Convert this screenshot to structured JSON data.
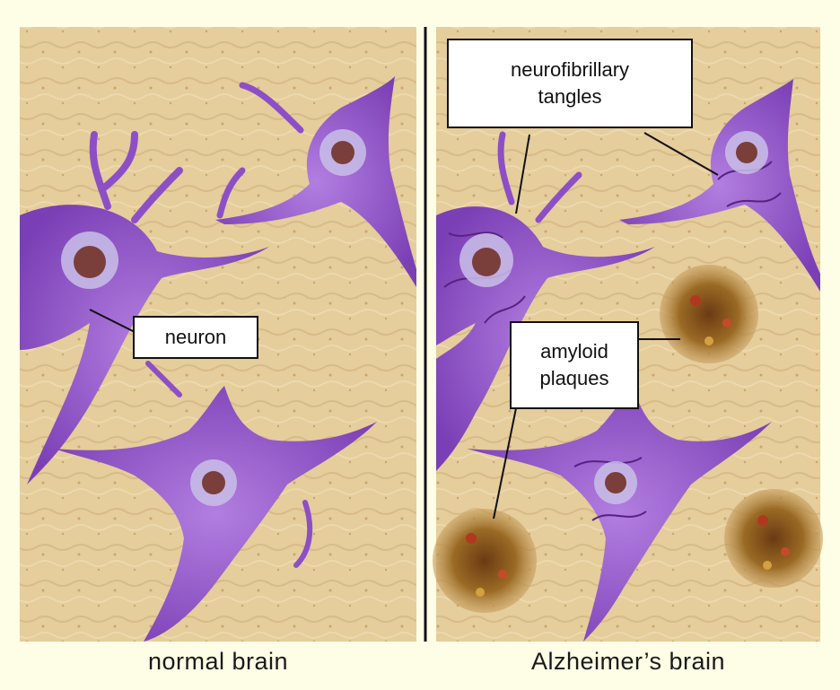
{
  "panels": {
    "left_caption": "normal brain",
    "right_caption": "Alzheimer’s brain"
  },
  "labels": {
    "neuron": "neuron",
    "tangles_line1": "neurofibrillary",
    "tangles_line2": "tangles",
    "plaques_line1": "amyloid",
    "plaques_line2": "plaques"
  },
  "colors": {
    "background": "#fefde6",
    "tissue": "#e5cd9c",
    "neuron": "#8d4fc6",
    "nucleus": "#7a3f3a",
    "plaque": "#8a5a1c"
  }
}
